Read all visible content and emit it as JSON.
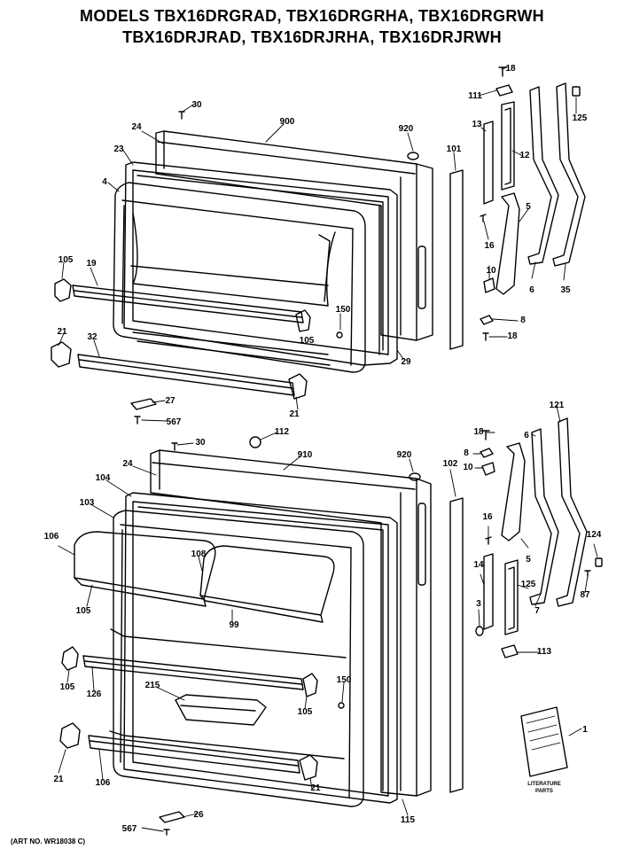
{
  "header": {
    "title_line1": "MODELS TBX16DRGRAD, TBX16DRGRHA, TBX16DRGRWH",
    "title_line2": "TBX16DRJRAD, TBX16DRJRHA, TBX16DRJRWH"
  },
  "footer": {
    "art_number": "(ART NO. WR18038 C)"
  },
  "literature": {
    "label": "LITERATURE PARTS",
    "line1": "LITERATURE",
    "line2": "PARTS"
  },
  "callouts": [
    {
      "id": "c-30a",
      "label": "30"
    },
    {
      "id": "c-900",
      "label": "900"
    },
    {
      "id": "c-920a",
      "label": "920"
    },
    {
      "id": "c-24a",
      "label": "24"
    },
    {
      "id": "c-23",
      "label": "23"
    },
    {
      "id": "c-4",
      "label": "4"
    },
    {
      "id": "c-105a",
      "label": "105"
    },
    {
      "id": "c-19",
      "label": "19"
    },
    {
      "id": "c-150a",
      "label": "150"
    },
    {
      "id": "c-105b",
      "label": "105"
    },
    {
      "id": "c-21a",
      "label": "21"
    },
    {
      "id": "c-32",
      "label": "32"
    },
    {
      "id": "c-29",
      "label": "29"
    },
    {
      "id": "c-21b",
      "label": "21"
    },
    {
      "id": "c-27",
      "label": "27"
    },
    {
      "id": "c-567a",
      "label": "567"
    },
    {
      "id": "c-18a",
      "label": "18"
    },
    {
      "id": "c-111",
      "label": "111"
    },
    {
      "id": "c-125a",
      "label": "125"
    },
    {
      "id": "c-13",
      "label": "13"
    },
    {
      "id": "c-12",
      "label": "12"
    },
    {
      "id": "c-101",
      "label": "101"
    },
    {
      "id": "c-5a",
      "label": "5"
    },
    {
      "id": "c-16a",
      "label": "16"
    },
    {
      "id": "c-10a",
      "label": "10"
    },
    {
      "id": "c-6a",
      "label": "6"
    },
    {
      "id": "c-35",
      "label": "35"
    },
    {
      "id": "c-8a",
      "label": "8"
    },
    {
      "id": "c-18b",
      "label": "18"
    },
    {
      "id": "c-30b",
      "label": "30"
    },
    {
      "id": "c-112",
      "label": "112"
    },
    {
      "id": "c-24b",
      "label": "24"
    },
    {
      "id": "c-910",
      "label": "910"
    },
    {
      "id": "c-920b",
      "label": "920"
    },
    {
      "id": "c-104",
      "label": "104"
    },
    {
      "id": "c-103",
      "label": "103"
    },
    {
      "id": "c-106a",
      "label": "106"
    },
    {
      "id": "c-108",
      "label": "108"
    },
    {
      "id": "c-105c",
      "label": "105"
    },
    {
      "id": "c-99",
      "label": "99"
    },
    {
      "id": "c-105d",
      "label": "105"
    },
    {
      "id": "c-126",
      "label": "126"
    },
    {
      "id": "c-215",
      "label": "215"
    },
    {
      "id": "c-150b",
      "label": "150"
    },
    {
      "id": "c-105e",
      "label": "105"
    },
    {
      "id": "c-21c",
      "label": "21"
    },
    {
      "id": "c-106b",
      "label": "106"
    },
    {
      "id": "c-21d",
      "label": "21"
    },
    {
      "id": "c-567b",
      "label": "567"
    },
    {
      "id": "c-26",
      "label": "26"
    },
    {
      "id": "c-115",
      "label": "115"
    },
    {
      "id": "c-102",
      "label": "102"
    },
    {
      "id": "c-18c",
      "label": "18"
    },
    {
      "id": "c-8b",
      "label": "8"
    },
    {
      "id": "c-10b",
      "label": "10"
    },
    {
      "id": "c-121",
      "label": "121"
    },
    {
      "id": "c-6b",
      "label": "6"
    },
    {
      "id": "c-16b",
      "label": "16"
    },
    {
      "id": "c-5b",
      "label": "5"
    },
    {
      "id": "c-14",
      "label": "14"
    },
    {
      "id": "c-125b",
      "label": "125"
    },
    {
      "id": "c-124",
      "label": "124"
    },
    {
      "id": "c-87",
      "label": "87"
    },
    {
      "id": "c-3",
      "label": "3"
    },
    {
      "id": "c-7",
      "label": "7"
    },
    {
      "id": "c-113",
      "label": "113"
    },
    {
      "id": "c-1",
      "label": "1"
    }
  ]
}
